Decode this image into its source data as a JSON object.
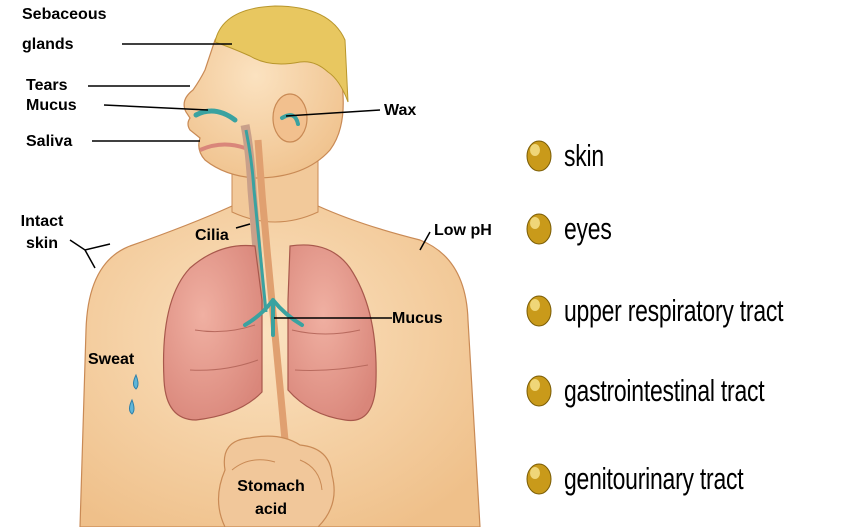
{
  "diagram": {
    "labels": {
      "sebaceous_1": "Sebaceous",
      "sebaceous_2": "glands",
      "tears": "Tears",
      "mucus_upper": "Mucus",
      "saliva": "Saliva",
      "wax": "Wax",
      "intact_1": "Intact",
      "intact_2": "skin",
      "cilia": "Cilia",
      "low_ph": "Low pH",
      "mucus_lower": "Mucus",
      "sweat": "Sweat",
      "stomach_1": "Stomach",
      "stomach_2": "acid"
    }
  },
  "bullets": [
    {
      "label": "skin"
    },
    {
      "label": "eyes"
    },
    {
      "label": "upper respiratory tract"
    },
    {
      "label": "gastrointestinal tract"
    },
    {
      "label": "genitourinary tract"
    }
  ],
  "colors": {
    "skin": "#f7d3a8",
    "hair": "#e8c760",
    "lungs": "#e89a8c",
    "mucus": "#3aa2a0",
    "bullet": "#c99a1a"
  }
}
